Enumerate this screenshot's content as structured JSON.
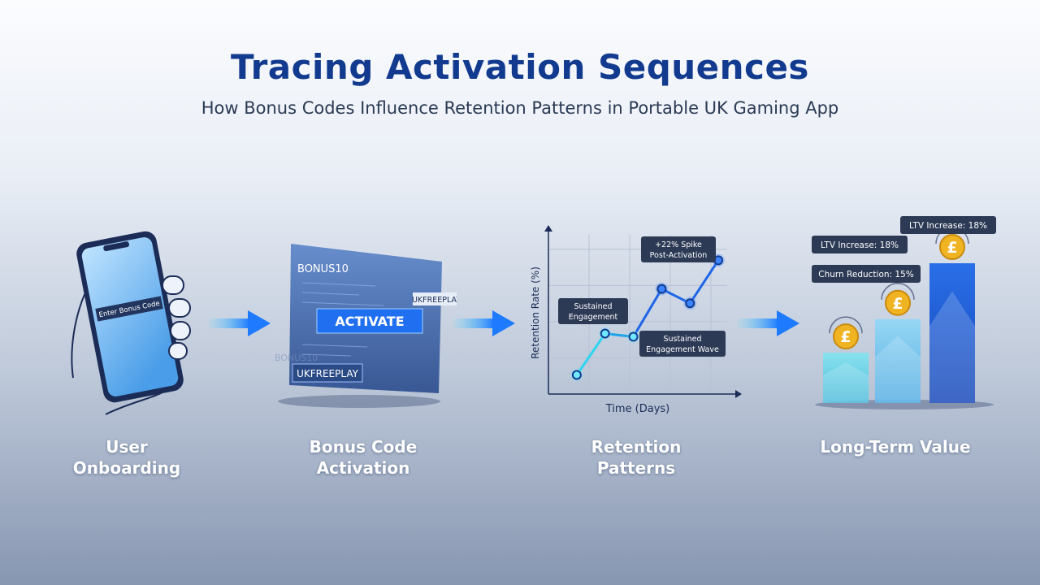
{
  "header": {
    "title": "Tracing Activation Sequences",
    "subtitle": "How Bonus Codes Influence Retention Patterns in Portable UK Gaming App"
  },
  "stages": [
    {
      "line1": "User",
      "line2": "Onboarding"
    },
    {
      "line1": "Bonus Code",
      "line2": "Activation"
    },
    {
      "line1": "Retention",
      "line2": "Patterns"
    },
    {
      "line1": "Long-Term Value",
      "line2": ""
    }
  ],
  "phone": {
    "input_text": "Enter Bonus Code"
  },
  "activation": {
    "code_top": "BONUS10",
    "button": "ACTIVATE",
    "code_side": "UKFREEPLAY",
    "code_bottom": "UKFREEPLAY",
    "code_faded": "BONUS10"
  },
  "retention_chart": {
    "chart_data": {
      "type": "line",
      "xlabel": "Time (Days)",
      "ylabel": "Retention Rate (%)",
      "x": [
        1,
        2,
        3,
        4,
        5,
        6
      ],
      "y": [
        12,
        38,
        36,
        66,
        57,
        84
      ],
      "xlim": [
        0,
        6.6
      ],
      "ylim": [
        0,
        100
      ],
      "grid": true,
      "annotations": [
        {
          "line1": "Sustained",
          "line2": "Engagement"
        },
        {
          "line1": "+22% Spike",
          "line2": "Post-Activation"
        },
        {
          "line1": "Sustained",
          "line2": "Engagement Wave"
        }
      ]
    }
  },
  "value_chart": {
    "chart_data": {
      "type": "bar",
      "categories": [
        "",
        "",
        ""
      ],
      "values": [
        36,
        60,
        100
      ],
      "annotations": [
        "LTV Increase: 18%",
        "Churn Reduction: 15%",
        "LTV Increase: 18%"
      ],
      "coin_symbol": "£"
    }
  },
  "colors": {
    "title": "#123b8f",
    "accent": "#1e66e8",
    "cyan": "#2fd4f0",
    "gold": "#f0b422"
  }
}
